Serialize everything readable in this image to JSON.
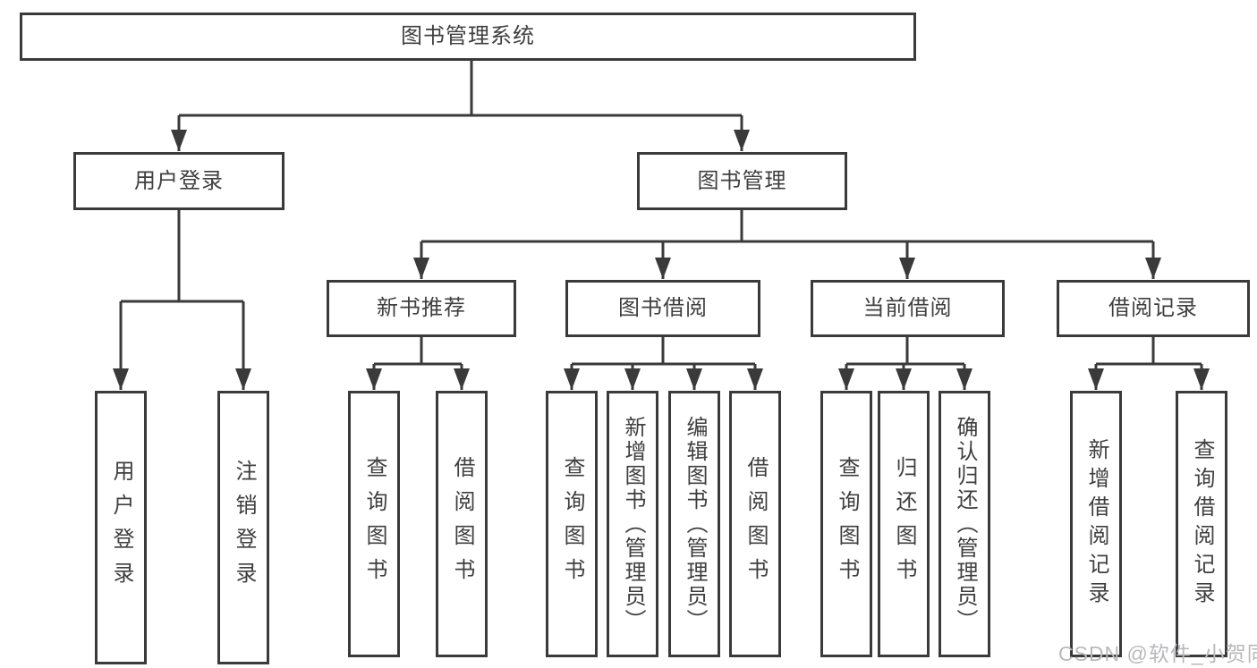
{
  "diagram_title": "图书管理系统",
  "tree": {
    "label": "图书管理系统",
    "children": [
      {
        "label": "用户登录",
        "children": [
          {
            "label": "用户登录"
          },
          {
            "label": "注销登录"
          }
        ]
      },
      {
        "label": "图书管理",
        "children": [
          {
            "label": "新书推荐",
            "children": [
              {
                "label": "查询图书"
              },
              {
                "label": "借阅图书"
              }
            ]
          },
          {
            "label": "图书借阅",
            "children": [
              {
                "label": "查询图书"
              },
              {
                "label": "新增图书（管理员）"
              },
              {
                "label": "编辑图书（管理员）"
              },
              {
                "label": "借阅图书"
              }
            ]
          },
          {
            "label": "当前借阅",
            "children": [
              {
                "label": "查询图书"
              },
              {
                "label": "归还图书"
              },
              {
                "label": "确认归还（管理员）"
              }
            ]
          },
          {
            "label": "借阅记录",
            "children": [
              {
                "label": "新增借阅记录"
              },
              {
                "label": "查询借阅记录"
              }
            ]
          }
        ]
      }
    ]
  },
  "watermark": {
    "text": "CSDN @软件_小贺同学"
  },
  "colors": {
    "line": "#3a3a3a",
    "node_border": "#3a3a3a",
    "node_text": "#3f3f3f",
    "background": "#ffffff",
    "watermark_text": "#b9b9bd"
  }
}
